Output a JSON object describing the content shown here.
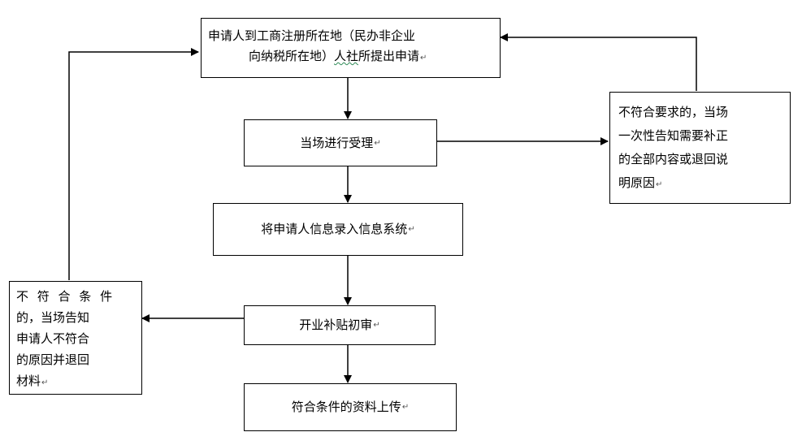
{
  "diagram": {
    "nodes": {
      "apply": {
        "line1": "申请人到工商注册所在地（民办非企业",
        "line2_pre": "向纳税所在地）",
        "line2_squiggle": "人社",
        "line2_post": "所提出申请"
      },
      "accept": {
        "text": "当场进行受理"
      },
      "enter": {
        "text": "将申请人信息录入信息系统"
      },
      "review": {
        "text": "开业补贴初审"
      },
      "upload": {
        "text": "符合条件的资料上传"
      },
      "reject_right": {
        "line1": "不符合要求的，当场",
        "line2": "一次性告知需要补正",
        "line3": "的全部内容或退回说",
        "line4": "明原因"
      },
      "reject_left": {
        "line1": "不 符 合 条 件",
        "line2": "的，当场告知",
        "line3": "申请人不符合",
        "line4": "的原因并退回",
        "line5": "材料"
      }
    },
    "paragraph_mark": "↵"
  }
}
